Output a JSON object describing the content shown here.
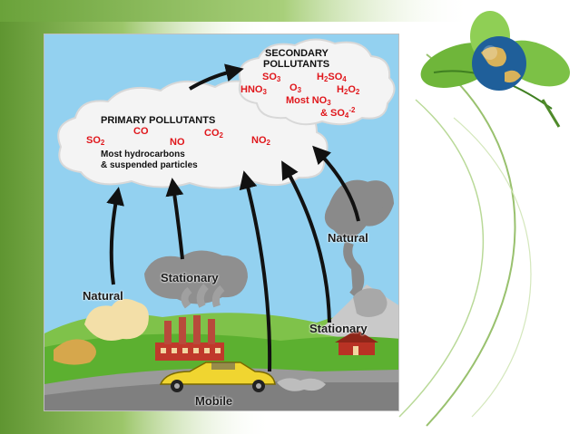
{
  "secondary": {
    "title_line1": "SECONDARY",
    "title_line2": "POLLUTANTS",
    "so3": "SO",
    "so3_sub": "3",
    "h2so4_a": "H",
    "h2so4_sub1": "2",
    "h2so4_b": "SO",
    "h2so4_sub2": "4",
    "hno3": "HNO",
    "hno3_sub": "3",
    "o3": "O",
    "o3_sub": "3",
    "h2o2_a": "H",
    "h2o2_sub1": "2",
    "h2o2_b": "O",
    "h2o2_sub2": "2",
    "most_no3": "Most NO",
    "most_no3_sub": "3",
    "so4_prefix": "& SO",
    "so4_sub": "4",
    "so4_sup": "-2"
  },
  "primary": {
    "title": "PRIMARY POLLUTANTS",
    "so2": "SO",
    "so2_sub": "2",
    "co": "CO",
    "no": "NO",
    "co2": "CO",
    "co2_sub": "2",
    "no2": "NO",
    "no2_sub": "2",
    "desc_line1": "Most hydrocarbons",
    "desc_line2": "& suspended particles"
  },
  "sources": {
    "natural_left": "Natural",
    "stationary_left": "Stationary",
    "natural_right": "Natural",
    "stationary_right": "Stationary",
    "mobile": "Mobile"
  },
  "colors": {
    "sky": "#93d1f0",
    "pollutant_text": "#e0161b",
    "slide_green": "#6ca23a"
  }
}
